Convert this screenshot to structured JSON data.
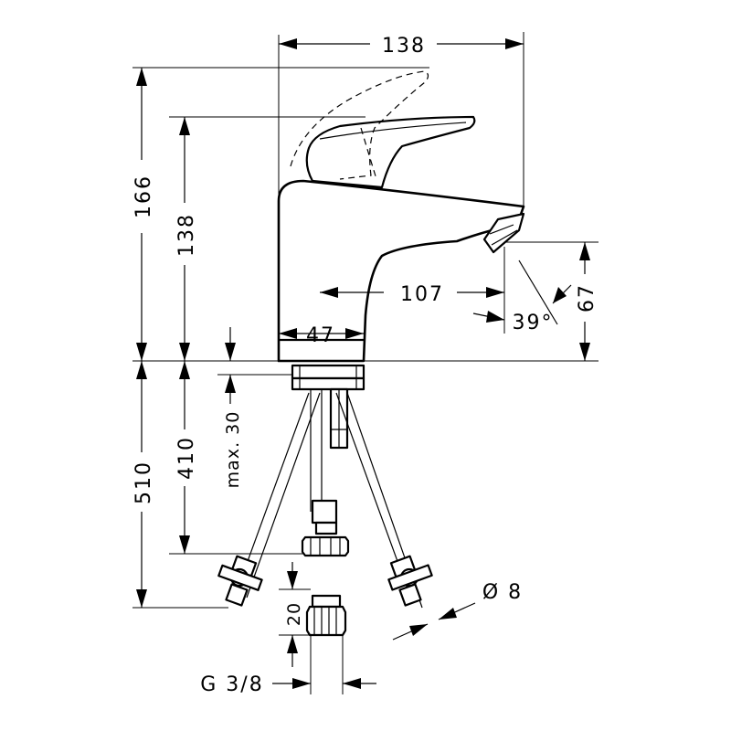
{
  "drawing": {
    "dimensions": {
      "total_width": "138",
      "total_height": "166",
      "spout_height": "138",
      "spout_reach": "107",
      "base_diameter": "47",
      "aerator_height": "67",
      "swivel_angle": "39°",
      "hose_length_total": "510",
      "hose_length": "410",
      "max_thickness": "max. 30",
      "connector_height": "20",
      "hose_diameter": "Ø 8",
      "thread_size": "G 3/8"
    },
    "colors": {
      "line": "#000000",
      "background": "#ffffff"
    }
  }
}
